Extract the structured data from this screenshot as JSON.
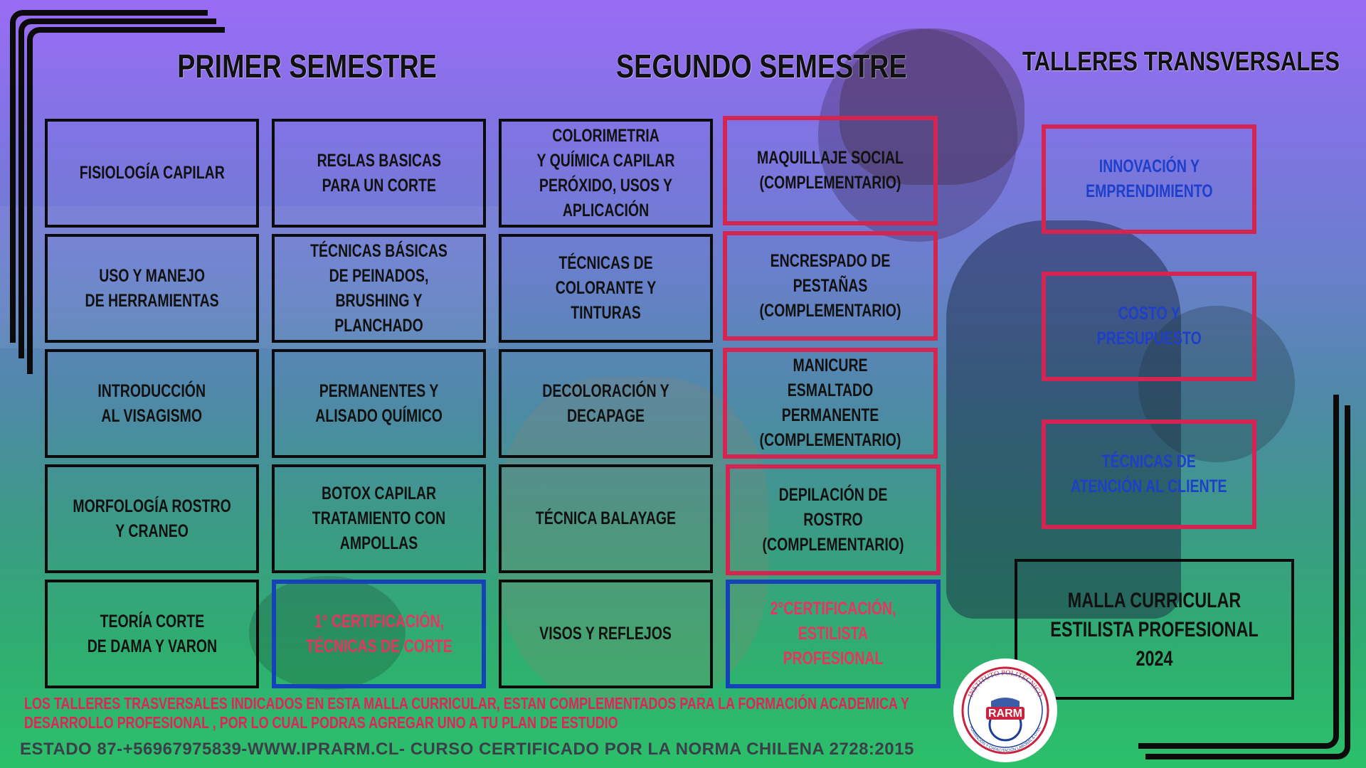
{
  "headings": {
    "primer": "PRIMER SEMESTRE",
    "segundo": "SEGUNDO SEMESTRE",
    "talleres": "TALLERES TRANSVERSALES"
  },
  "primer_col1": [
    "FISIOLOGÍA CAPILAR",
    "USO Y MANEJO\nDE HERRAMIENTAS",
    "INTRODUCCIÓN\nAL VISAGISMO",
    "MORFOLOGÍA ROSTRO\nY CRANEO",
    "TEORÍA CORTE\nDE DAMA Y VARON"
  ],
  "primer_col2": [
    "REGLAS BASICAS\nPARA UN CORTE",
    "TÉCNICAS BÁSICAS\nDE PEINADOS, BRUSHING Y\nPLANCHADO",
    "PERMANENTES Y\nALISADO QUÍMICO",
    "BOTOX CAPILAR\nTRATAMIENTO CON AMPOLLAS"
  ],
  "cert1": "1° CERTIFICACIÓN,\nTÉCNICAS DE CORTE",
  "segundo_col1": [
    "COLORIMETRIA\nY QUÍMICA CAPILAR\nPERÓXIDO, USOS Y APLICACIÓN",
    "TÉCNICAS DE\nCOLORANTE Y TINTURAS",
    "DECOLORACIÓN Y DECAPAGE",
    "TÉCNICA BALAYAGE",
    "VISOS Y REFLEJOS"
  ],
  "segundo_col2": [
    "MAQUILLAJE SOCIAL\n(COMPLEMENTARIO)",
    "ENCRESPADO DE PESTAÑAS\n(COMPLEMENTARIO)",
    "MANICURE\nESMALTADO PERMANENTE\n(COMPLEMENTARIO)",
    "DEPILACIÓN DE ROSTRO\n(COMPLEMENTARIO)"
  ],
  "cert2": "2°CERTIFICACIÓN,\nESTILISTA PROFESIONAL",
  "talleres": [
    "INNOVACIÓN Y\nEMPRENDIMIENTO",
    "COSTO Y\nPRESUPUESTO",
    "TÉCNICAS DE\nATENCIÓN AL CLIENTE"
  ],
  "malla": "MALLA CURRICULAR\nESTILISTA PROFESIONAL\n2024",
  "note": "LOS TALLERES TRASVERSALES INDICADOS EN ESTA MALLA CURRICULAR, ESTAN COMPLEMENTADOS PARA LA FORMACIÓN ACADEMICA Y DESARROLLO PROFESIONAL , POR LO CUAL PODRAS AGREGAR UNO A TU PLAN DE ESTUDIO",
  "footer": "ESTADO 87-+56967975839-WWW.IPRARM.CL- CURSO CERTIFICADO POR LA NORMA CHILENA 2728:2015",
  "logo": {
    "top_text": "INSTITUTO POLITÉCNICO",
    "name": "RARM",
    "bottom_text": "FORMACIÓN Y CAPACITACIÓN LABORAL & OTEC"
  },
  "colors": {
    "red_border": "#d42452",
    "blue_border": "#1543b7",
    "blue_text": "#1e3fc9",
    "pink_text": "#e8345f",
    "note_text": "#e0245a"
  }
}
